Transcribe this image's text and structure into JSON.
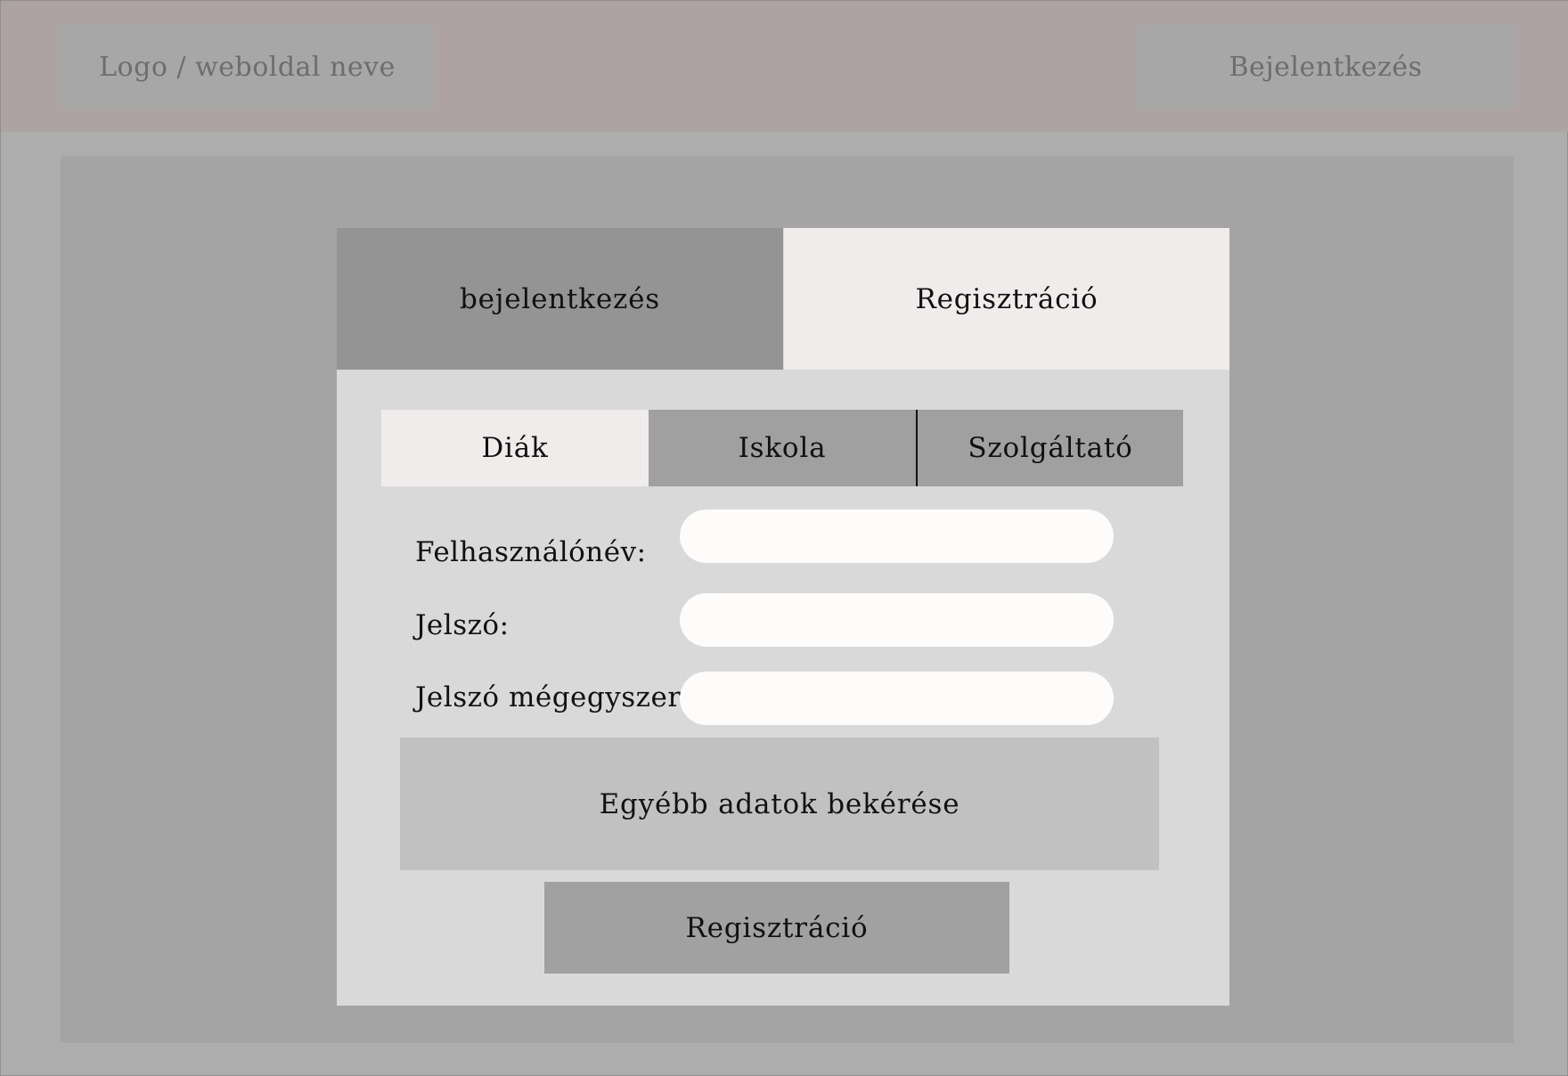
{
  "header": {
    "logo_text": "Logo / weboldal neve",
    "login_link": "Bejelentkezés"
  },
  "card": {
    "main_tabs": [
      {
        "label": "bejelentkezés",
        "active": false
      },
      {
        "label": "Regisztráció",
        "active": true
      }
    ],
    "sub_tabs": [
      {
        "label": "Diák",
        "active": true
      },
      {
        "label": "Iskola",
        "active": false
      },
      {
        "label": "Szolgáltató",
        "active": false
      }
    ],
    "fields": [
      {
        "label": "Felhasználónév:",
        "value": ""
      },
      {
        "label": "Jelszó:",
        "value": ""
      },
      {
        "label": "Jelszó mégegyszer:",
        "value": ""
      }
    ],
    "extra_data_label": "Egyébb adatok bekérése",
    "submit_label": "Regisztráció"
  },
  "colors": {
    "header_bg": "#ada3a3",
    "page_bg": "#adadad",
    "content_bg": "#a4a4a4",
    "card_bg": "#d9d9d9",
    "active_tab_bg": "#f1ecec",
    "inactive_tab_bg": "#949494"
  }
}
